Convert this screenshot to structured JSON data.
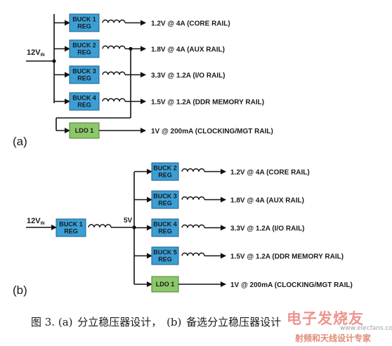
{
  "input_label": "12V",
  "input_sub": "IN",
  "intermediate_label": "5V",
  "inductor_label": "",
  "panel_a": {
    "tag": "(a)",
    "blocks": [
      {
        "line1": "BUCK 1",
        "line2": "REG",
        "output": "1.2V @ 4A (CORE RAIL)"
      },
      {
        "line1": "BUCK 2",
        "line2": "REG",
        "output": "1.8V @ 4A (AUX RAIL)"
      },
      {
        "line1": "BUCK 3",
        "line2": "REG",
        "output": "3.3V @ 1.2A (I/O RAIL)"
      },
      {
        "line1": "BUCK 4",
        "line2": "REG",
        "output": "1.5V @ 1.2A (DDR MEMORY RAIL)"
      }
    ],
    "ldo": {
      "label": "LDO 1",
      "output": "1V @ 200mA (CLOCKING/MGT RAIL)"
    }
  },
  "panel_b": {
    "tag": "(b)",
    "first_block": {
      "line1": "BUCK 1",
      "line2": "REG"
    },
    "blocks": [
      {
        "line1": "BUCK 2",
        "line2": "REG",
        "output": "1.2V @ 4A (CORE RAIL)"
      },
      {
        "line1": "BUCK 3",
        "line2": "REG",
        "output": "1.8V @ 4A (AUX RAIL)"
      },
      {
        "line1": "BUCK 4",
        "line2": "REG",
        "output": "3.3V @ 1.2A (I/O RAIL)"
      },
      {
        "line1": "BUCK 5",
        "line2": "REG",
        "output": "1.5V @ 1.2A (DDR MEMORY RAIL)"
      }
    ],
    "ldo": {
      "label": "LDO 1",
      "output": "1V @ 200mA (CLOCKING/MGT RAIL)"
    }
  },
  "caption": {
    "prefix": "图 3. (a)",
    "part_a": "分立稳压器设计，",
    "mid": "(b)",
    "part_b": "备选分立稳压器设计"
  },
  "watermark": {
    "brand": "电子发烧友",
    "tagline": "射频和天线设计专家",
    "url": "www.elecfans.com"
  },
  "colors": {
    "buck_fill": "#3b9fd6",
    "buck_stroke": "#1f5f86",
    "ldo_fill": "#8cc76a",
    "ldo_stroke": "#4f7f3a",
    "wire": "#111111"
  }
}
